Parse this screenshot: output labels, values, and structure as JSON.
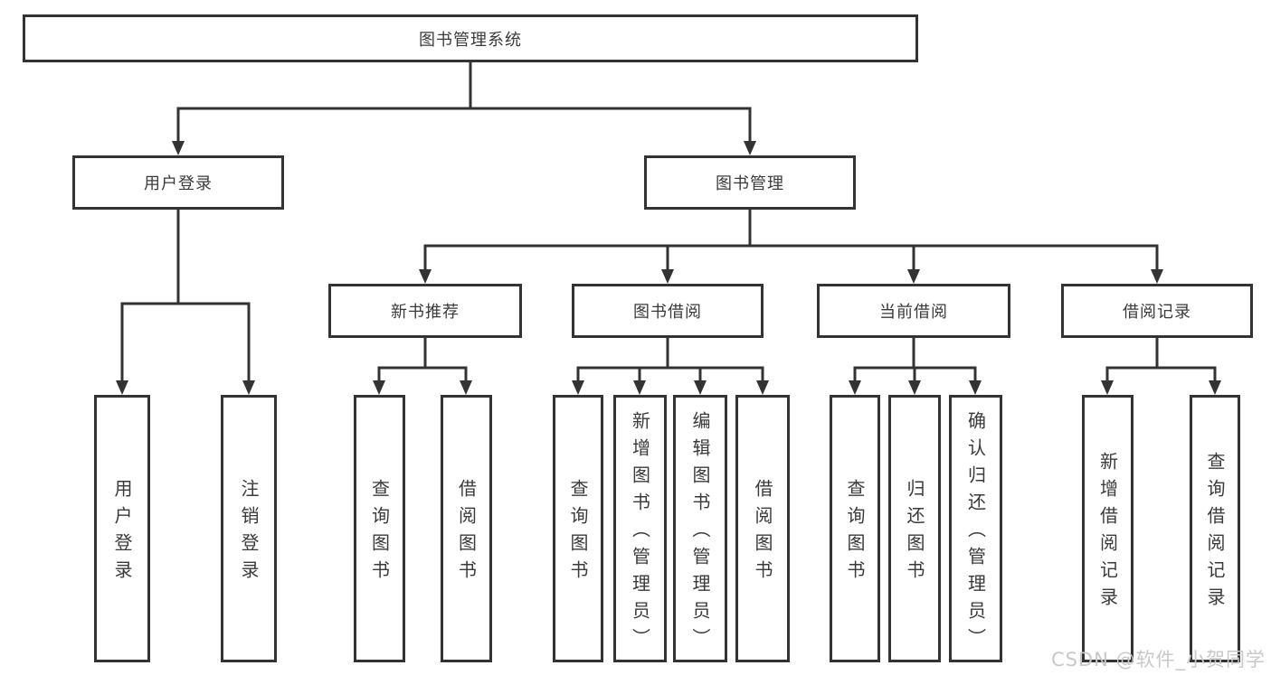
{
  "tree": {
    "root": {
      "label": "图书管理系统",
      "children": [
        {
          "label": "用户登录",
          "children": [
            {
              "label": "用户登录"
            },
            {
              "label": "注销登录"
            }
          ]
        },
        {
          "label": "图书管理",
          "children": [
            {
              "label": "新书推荐",
              "children": [
                {
                  "label": "查询图书"
                },
                {
                  "label": "借阅图书"
                }
              ]
            },
            {
              "label": "图书借阅",
              "children": [
                {
                  "label": "查询图书"
                },
                {
                  "label": "新增图书（管理员）"
                },
                {
                  "label": "编辑图书（管理员）"
                },
                {
                  "label": "借阅图书"
                }
              ]
            },
            {
              "label": "当前借阅",
              "children": [
                {
                  "label": "查询图书"
                },
                {
                  "label": "归还图书"
                },
                {
                  "label": "确认归还（管理员）"
                }
              ]
            },
            {
              "label": "借阅记录",
              "children": [
                {
                  "label": "新增借阅记录"
                },
                {
                  "label": "查询借阅记录"
                }
              ]
            }
          ]
        }
      ]
    }
  },
  "watermark": {
    "text": "CSDN @软件_小贺同学"
  },
  "colors": {
    "line": "#333333",
    "border": "#333333",
    "text": "#3a3a3a",
    "background": "#ffffff",
    "watermark": "#c8c8c8"
  }
}
